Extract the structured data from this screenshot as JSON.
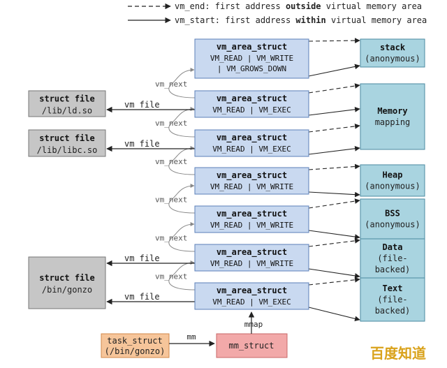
{
  "legend": {
    "end": {
      "pre": "vm_end: first address ",
      "bold": "outside",
      "post": " virtual memory area"
    },
    "start": {
      "pre": "vm_start: first address ",
      "bold": "within",
      "post": " virtual memory area"
    }
  },
  "vmas": [
    {
      "title": "vm_area_struct",
      "flags": [
        "VM_READ | VM_WRITE",
        "| VM_GROWS_DOWN"
      ]
    },
    {
      "title": "vm_area_struct",
      "flags": [
        "VM_READ | VM_EXEC"
      ]
    },
    {
      "title": "vm_area_struct",
      "flags": [
        "VM_READ | VM_EXEC"
      ]
    },
    {
      "title": "vm_area_struct",
      "flags": [
        "VM_READ | VM_WRITE"
      ]
    },
    {
      "title": "vm_area_struct",
      "flags": [
        "VM_READ | VM_WRITE"
      ]
    },
    {
      "title": "vm_area_struct",
      "flags": [
        "VM_READ | VM_WRITE"
      ]
    },
    {
      "title": "vm_area_struct",
      "flags": [
        "VM_READ | VM_EXEC"
      ]
    }
  ],
  "vm_next_label": "vm_next",
  "vm_file_label": "vm_file",
  "files": [
    {
      "title": "struct file",
      "path": "/lib/ld.so"
    },
    {
      "title": "struct file",
      "path": "/lib/libc.so"
    },
    {
      "title": "struct file",
      "path": "/bin/gonzo"
    }
  ],
  "regions": [
    {
      "lines": [
        "stack",
        "(anonymous)"
      ]
    },
    {
      "lines": [
        "Memory",
        "mapping"
      ]
    },
    {
      "lines": [
        "Heap",
        "(anonymous)"
      ]
    },
    {
      "lines": [
        "BSS",
        "(anonymous)"
      ]
    },
    {
      "lines": [
        "Data",
        "(file-",
        "backed)"
      ]
    },
    {
      "lines": [
        "Text",
        "(file-",
        "backed)"
      ]
    }
  ],
  "task": {
    "lines": [
      "task_struct",
      "(/bin/gonzo)"
    ]
  },
  "mm_label": "mm",
  "mm_struct": "mm_struct",
  "mmap_label": "mmap",
  "watermark": "百度知道",
  "colors": {
    "vma_fill": "#c9d9f0",
    "vma_stroke": "#5b7fb8",
    "file_fill": "#c6c6c6",
    "file_stroke": "#777777",
    "region_fill": "#a9d4e0",
    "region_stroke": "#4a8aa0",
    "task_fill": "#f6c59a",
    "task_stroke": "#d2884a",
    "mm_fill": "#f2a9a9",
    "mm_stroke": "#c86868"
  }
}
